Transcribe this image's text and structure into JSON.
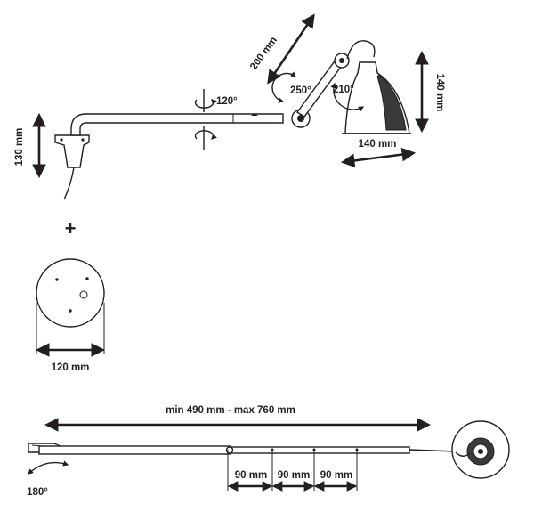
{
  "labels": {
    "arm_length": "200 mm",
    "head_height": "140 mm",
    "shade_width": "140 mm",
    "mount_height": "130 mm",
    "rotate_120": "120°",
    "rotate_250": "250°",
    "rotate_210": "210°",
    "plus": "+",
    "plate_diameter": "120 mm",
    "extension_range": "min 490 mm - max 760 mm",
    "step_1": "90 mm",
    "step_2": "90 mm",
    "step_3": "90 mm",
    "rotate_180": "180°"
  },
  "icons": {
    "dimension": "double-arrow-icon",
    "rotation": "curved-rotation-arrow-icon"
  },
  "colors": {
    "ink": "#231f20",
    "fill": "#ffffff",
    "shade_interior": "#3a3a3a"
  }
}
